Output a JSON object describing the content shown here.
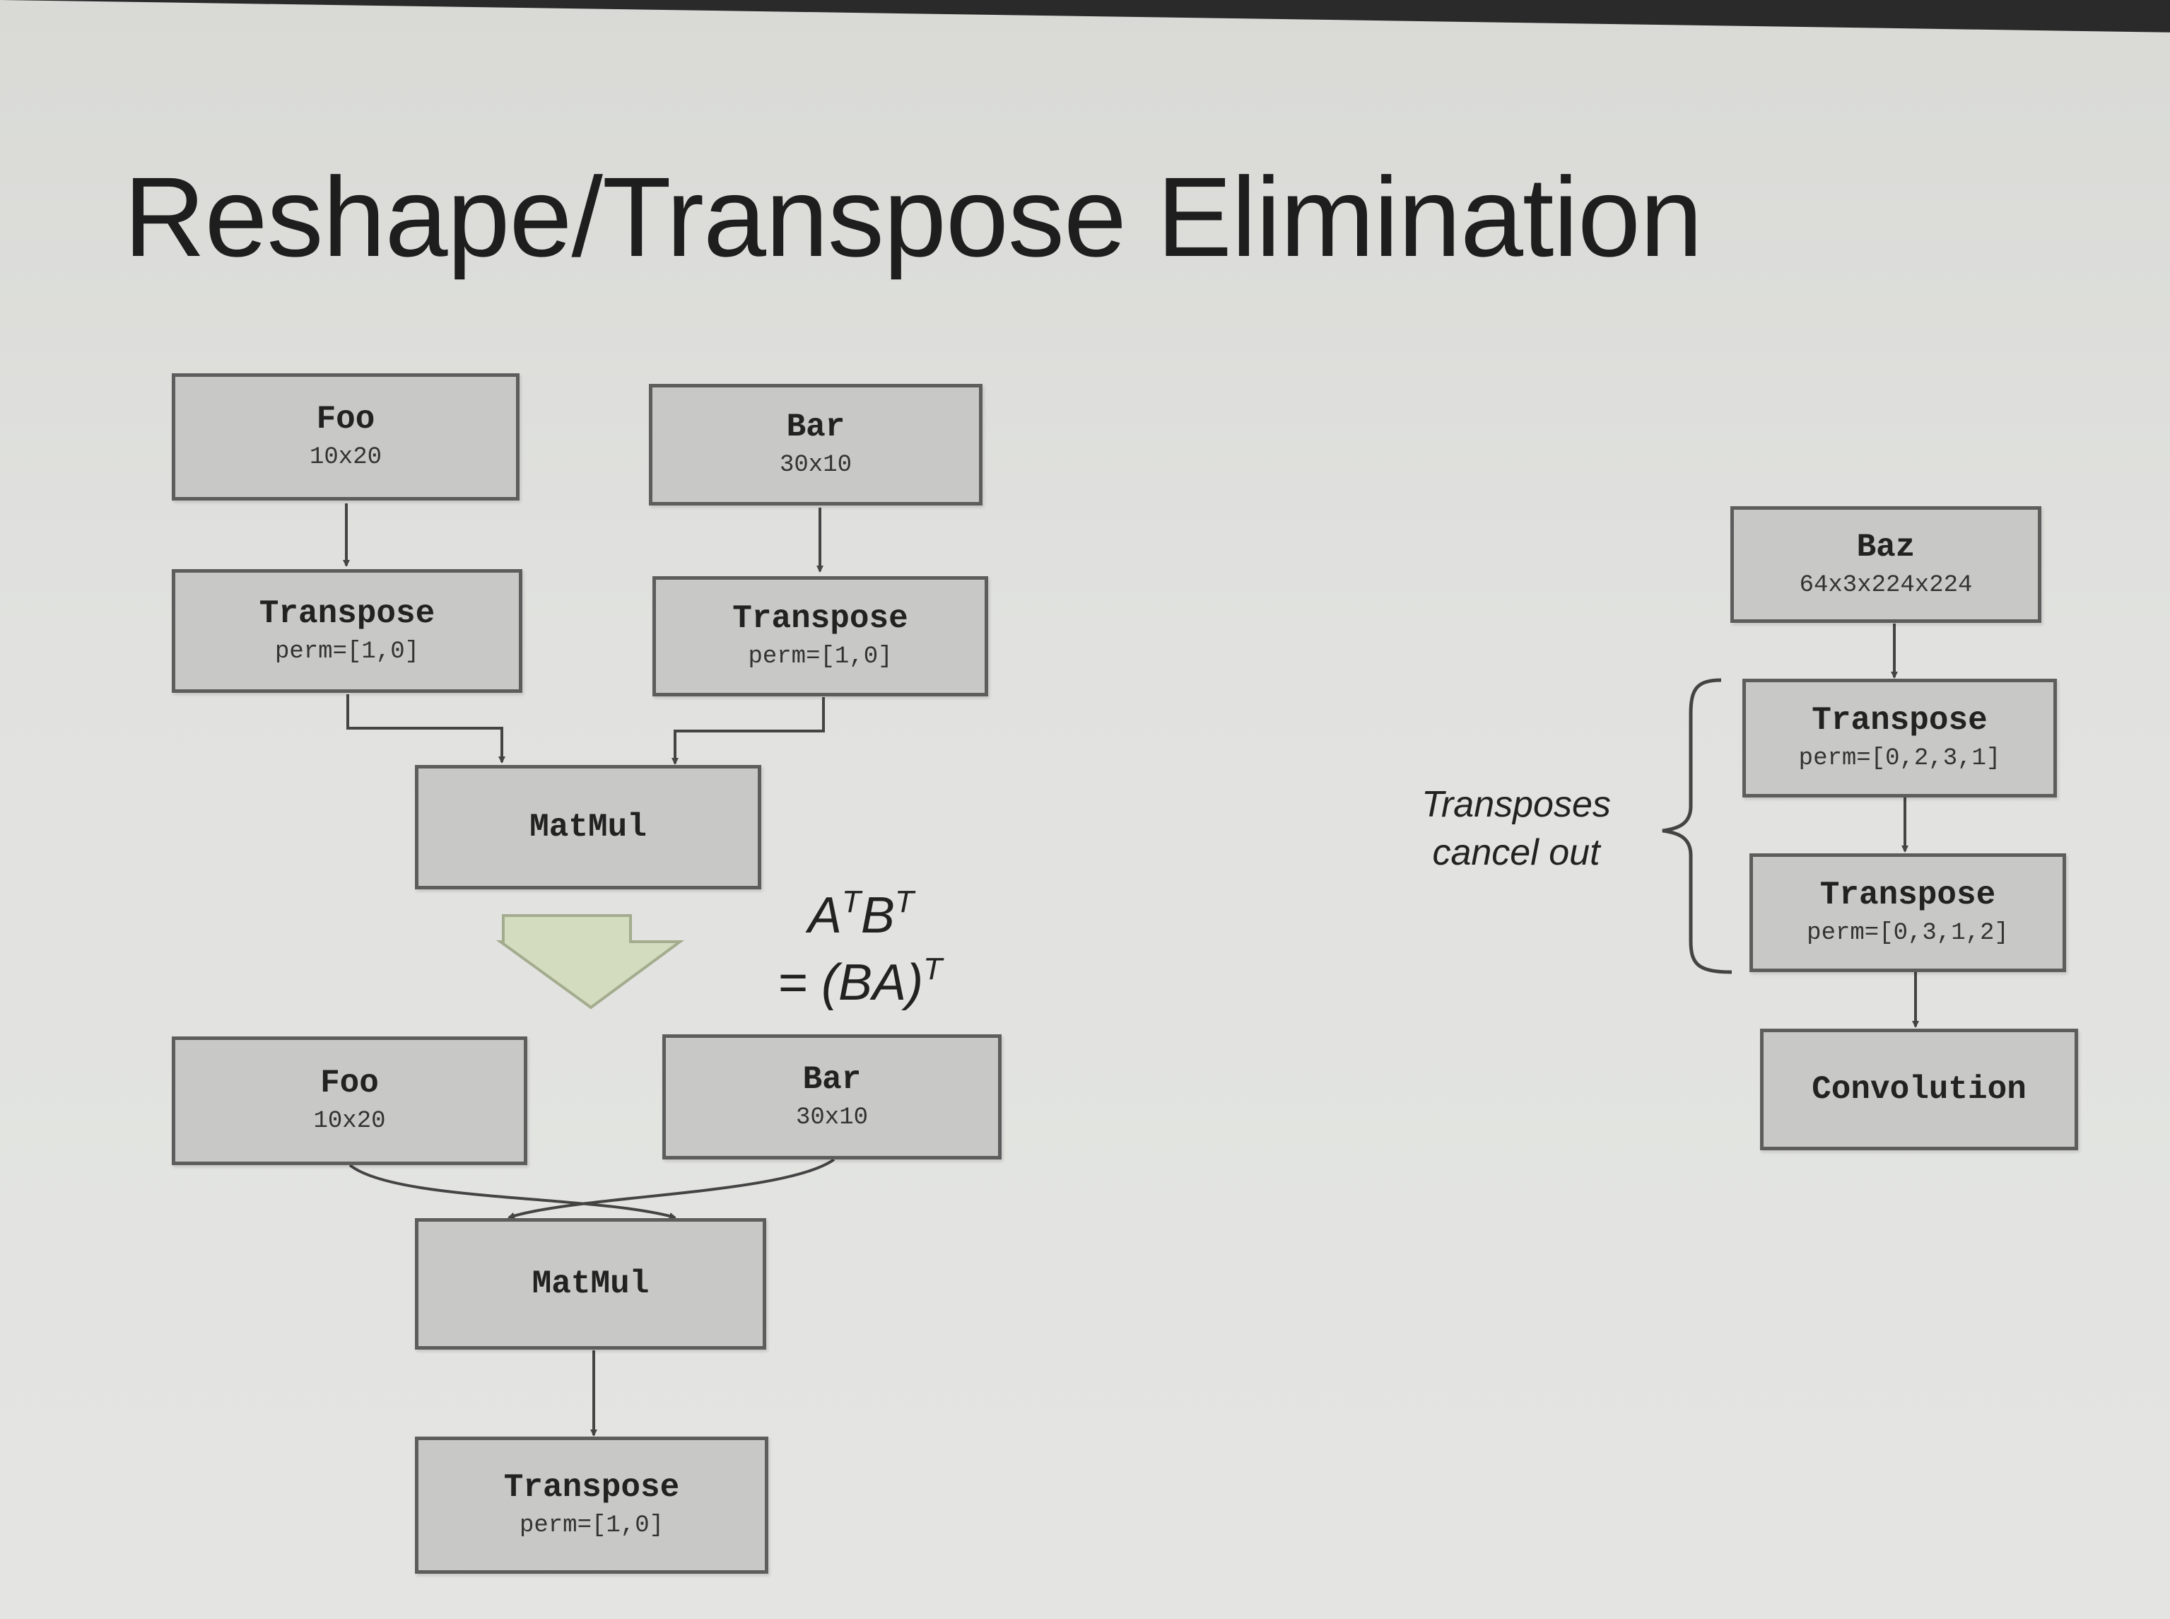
{
  "title": "Reshape/Transpose Elimination",
  "left_before": {
    "foo": {
      "name": "Foo",
      "detail": "10x20"
    },
    "bar": {
      "name": "Bar",
      "detail": "30x10"
    },
    "transpose_a": {
      "name": "Transpose",
      "detail": "perm=[1,0]"
    },
    "transpose_b": {
      "name": "Transpose",
      "detail": "perm=[1,0]"
    },
    "matmul": {
      "name": "MatMul"
    }
  },
  "formula": {
    "line1_a": "A",
    "line1_a_sup": "T",
    "line1_b": "B",
    "line1_b_sup": "T",
    "line2": "= (BA)",
    "line2_sup": "T"
  },
  "left_after": {
    "foo": {
      "name": "Foo",
      "detail": "10x20"
    },
    "bar": {
      "name": "Bar",
      "detail": "30x10"
    },
    "matmul": {
      "name": "MatMul"
    },
    "transpose": {
      "name": "Transpose",
      "detail": "perm=[1,0]"
    }
  },
  "right": {
    "baz": {
      "name": "Baz",
      "detail": "64x3x224x224"
    },
    "transpose_1": {
      "name": "Transpose",
      "detail": "perm=[0,2,3,1]"
    },
    "transpose_2": {
      "name": "Transpose",
      "detail": "perm=[0,3,1,2]"
    },
    "convolution": {
      "name": "Convolution"
    },
    "note": "Transposes cancel out"
  },
  "colors": {
    "box_fill": "#c8c8c6",
    "box_border": "#5d5d5d",
    "arrow_fill": "#d4dcc0",
    "arrow_stroke": "#a3ac8e"
  }
}
